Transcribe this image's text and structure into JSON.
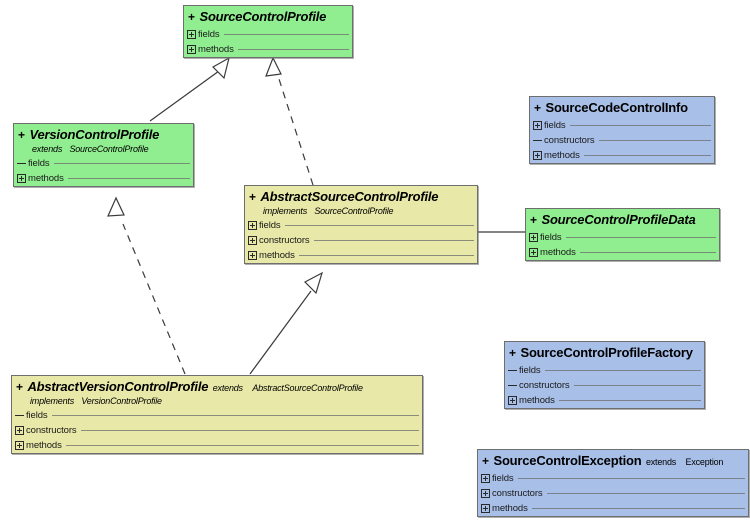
{
  "diagram": {
    "title": "UML class diagram",
    "colors": {
      "interface_fill": "#90ee90",
      "abstract_fill": "#e8e8a8",
      "class_fill": "#a8bfe8",
      "border": "#6e6e6e",
      "background": "#ffffff"
    },
    "keywords": {
      "extends": "extends",
      "implements": "implements"
    },
    "compartment_labels": {
      "fields": "fields",
      "constructors": "constructors",
      "methods": "methods"
    },
    "visibility_public": "+"
  },
  "classes": [
    {
      "id": "source-control-profile",
      "name": "SourceControlProfile",
      "visibility": "+",
      "stereotype": "interface",
      "fill": "green",
      "italic": true,
      "relations": [],
      "compartments": [
        {
          "label": "fields",
          "toggle": "plus"
        },
        {
          "label": "methods",
          "toggle": "plus"
        }
      ]
    },
    {
      "id": "version-control-profile",
      "name": "VersionControlProfile",
      "visibility": "+",
      "stereotype": "interface",
      "fill": "green",
      "italic": true,
      "relations": [
        {
          "keyword": "extends",
          "target": "SourceControlProfile",
          "placement": "line"
        }
      ],
      "compartments": [
        {
          "label": "fields",
          "toggle": "dash"
        },
        {
          "label": "methods",
          "toggle": "plus"
        }
      ]
    },
    {
      "id": "abstract-source-control-profile",
      "name": "AbstractSourceControlProfile",
      "visibility": "+",
      "stereotype": "abstract",
      "fill": "yellow",
      "italic": true,
      "relations": [
        {
          "keyword": "implements",
          "target": "SourceControlProfile",
          "placement": "line"
        }
      ],
      "compartments": [
        {
          "label": "fields",
          "toggle": "plus"
        },
        {
          "label": "constructors",
          "toggle": "plus"
        },
        {
          "label": "methods",
          "toggle": "plus"
        }
      ]
    },
    {
      "id": "abstract-version-control-profile",
      "name": "AbstractVersionControlProfile",
      "visibility": "+",
      "stereotype": "abstract",
      "fill": "yellow",
      "italic": true,
      "relations": [
        {
          "keyword": "extends",
          "target": "AbstractSourceControlProfile",
          "placement": "inline"
        },
        {
          "keyword": "implements",
          "target": "VersionControlProfile",
          "placement": "line"
        }
      ],
      "compartments": [
        {
          "label": "fields",
          "toggle": "dash"
        },
        {
          "label": "constructors",
          "toggle": "plus"
        },
        {
          "label": "methods",
          "toggle": "plus"
        }
      ]
    },
    {
      "id": "source-code-control-info",
      "name": "SourceCodeControlInfo",
      "visibility": "+",
      "stereotype": "class",
      "fill": "blue",
      "italic": false,
      "relations": [],
      "compartments": [
        {
          "label": "fields",
          "toggle": "plus"
        },
        {
          "label": "constructors",
          "toggle": "dash"
        },
        {
          "label": "methods",
          "toggle": "plus"
        }
      ]
    },
    {
      "id": "source-control-profile-data",
      "name": "SourceControlProfileData",
      "visibility": "+",
      "stereotype": "interface",
      "fill": "green",
      "italic": true,
      "relations": [],
      "compartments": [
        {
          "label": "fields",
          "toggle": "plus"
        },
        {
          "label": "methods",
          "toggle": "plus"
        }
      ]
    },
    {
      "id": "source-control-profile-factory",
      "name": "SourceControlProfileFactory",
      "visibility": "+",
      "stereotype": "class",
      "fill": "blue",
      "italic": false,
      "relations": [],
      "compartments": [
        {
          "label": "fields",
          "toggle": "dash"
        },
        {
          "label": "constructors",
          "toggle": "dash"
        },
        {
          "label": "methods",
          "toggle": "plus"
        }
      ]
    },
    {
      "id": "source-control-exception",
      "name": "SourceControlException",
      "visibility": "+",
      "stereotype": "class",
      "fill": "blue",
      "italic": false,
      "relations": [
        {
          "keyword": "extends",
          "target": "Exception",
          "placement": "inline"
        }
      ],
      "compartments": [
        {
          "label": "fields",
          "toggle": "plus"
        },
        {
          "label": "constructors",
          "toggle": "plus"
        },
        {
          "label": "methods",
          "toggle": "plus"
        }
      ]
    }
  ],
  "edges": [
    {
      "from": "VersionControlProfile",
      "to": "SourceControlProfile",
      "type": "generalization",
      "style": "solid",
      "head": "hollow-triangle"
    },
    {
      "from": "AbstractSourceControlProfile",
      "to": "SourceControlProfile",
      "type": "realization",
      "style": "dashed",
      "head": "hollow-triangle"
    },
    {
      "from": "AbstractVersionControlProfile",
      "to": "VersionControlProfile",
      "type": "realization",
      "style": "dashed",
      "head": "hollow-triangle"
    },
    {
      "from": "AbstractVersionControlProfile",
      "to": "AbstractSourceControlProfile",
      "type": "generalization",
      "style": "solid",
      "head": "hollow-triangle"
    },
    {
      "from": "AbstractSourceControlProfile",
      "to": "SourceControlProfileData",
      "type": "aggregation",
      "style": "solid",
      "head": "hollow-diamond"
    }
  ]
}
